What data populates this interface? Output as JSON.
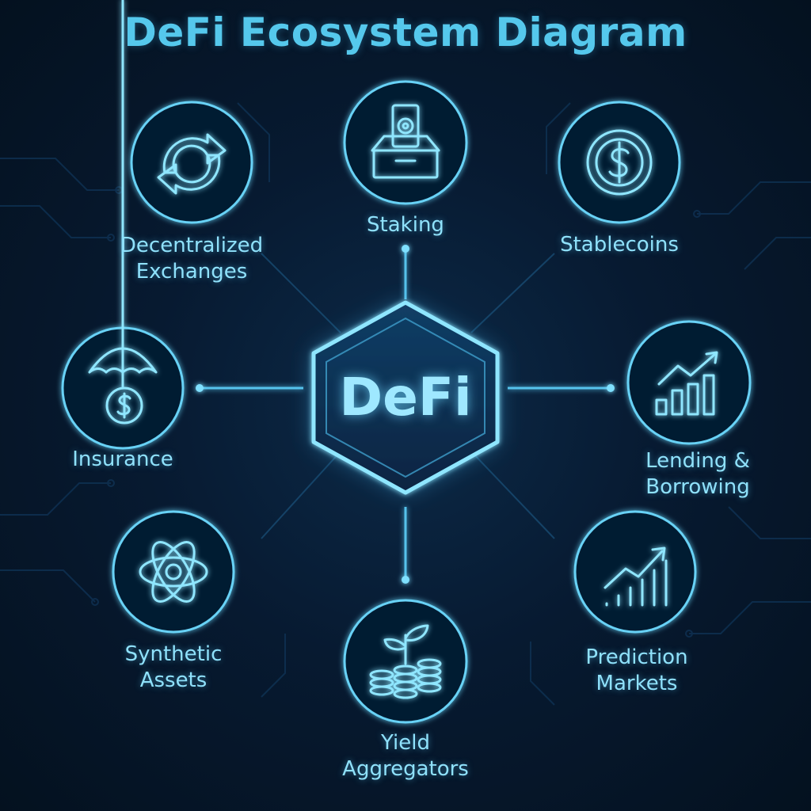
{
  "title": "DeFi Ecosystem Diagram",
  "center": "DeFi",
  "colors": {
    "background": "#04111f",
    "title": "#55c8ec",
    "stroke": "#62d0f4",
    "label": "#8fe1fb"
  },
  "nodes": [
    {
      "label": "Decentralized Exchanges",
      "icon": "exchange-arrows-icon"
    },
    {
      "label": "Staking",
      "icon": "staking-box-icon"
    },
    {
      "label": "Stablecoins",
      "icon": "dollar-coin-icon"
    },
    {
      "label": "Insurance",
      "icon": "umbrella-icon"
    },
    {
      "label": "Lending & Borrowing",
      "icon": "growth-chart-icon"
    },
    {
      "label": "Synthetic Assets",
      "icon": "atom-icon"
    },
    {
      "label": "Yield Aggregators",
      "icon": "sprout-coins-icon"
    },
    {
      "label": "Prediction Markets",
      "icon": "trend-bars-icon"
    }
  ]
}
